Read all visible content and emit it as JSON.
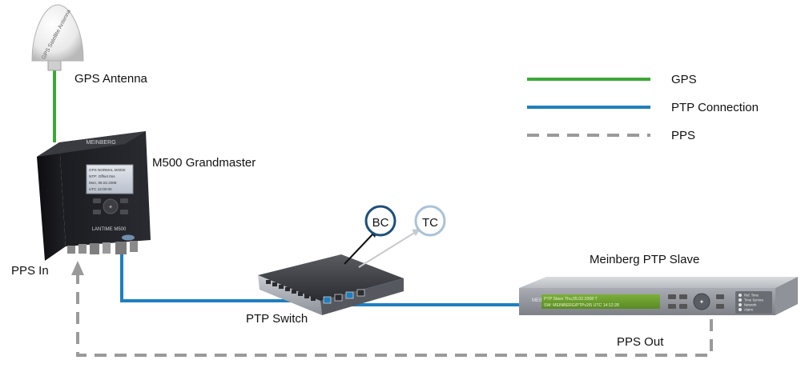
{
  "labels": {
    "gps_antenna": "GPS Antenna",
    "grandmaster": "M500 Grandmaster",
    "pps_in": "PPS In",
    "ptp_switch": "PTP Switch",
    "ptp_slave": "Meinberg PTP Slave",
    "pps_out": "PPS Out",
    "bc": "BC",
    "tc": "TC"
  },
  "legend": {
    "gps": "GPS",
    "ptp": "PTP Connection",
    "pps": "PPS"
  },
  "device_text": {
    "antenna_dome": "GPS Satellite Antenna",
    "gm_brand": "MEINBERG",
    "gm_model": "LANTIME M500",
    "gm_lcd": [
      "GPS NORMAL MODE",
      "NTP: Offset 0ns",
      "Mon, 05.02.2008",
      "UTC 12:00:00"
    ],
    "slave_brand": "MEINBERG",
    "slave_lcd_1": "PTP Slave          Thu,05.02.2008 T",
    "slave_lcd_2": "SW: MEINBERG/PTPv2/5     UTC 14:12:28",
    "slave_leds": [
      "Ref. Time",
      "Time Service",
      "Network",
      "Alarm"
    ]
  },
  "colors": {
    "gps": "#3aa935",
    "ptp": "#1f7fbf",
    "pps": "#9a9a9a",
    "bc_ring": "#1d4f7a",
    "tc_ring": "#a9c2d6",
    "tc_text": "#a7b6c4"
  }
}
